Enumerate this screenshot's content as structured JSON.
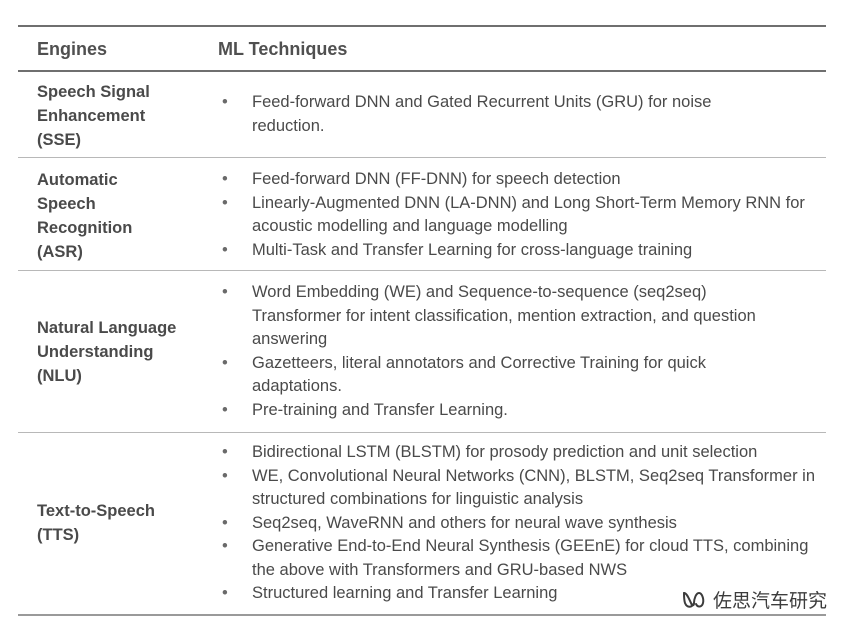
{
  "table": {
    "headers": {
      "engines": "Engines",
      "techniques": "ML Techniques"
    },
    "rows": [
      {
        "engine": [
          "Speech Signal",
          "Enhancement",
          "(SSE)"
        ],
        "techniques": [
          "Feed-forward DNN and Gated Recurrent Units (GRU) for noise reduction."
        ]
      },
      {
        "engine": [
          "Automatic",
          "Speech",
          "Recognition",
          "(ASR)"
        ],
        "techniques": [
          "Feed-forward DNN (FF-DNN) for speech detection",
          "Linearly-Augmented  DNN (LA-DNN)  and Long Short-Term Memory RNN for acoustic modelling and language modelling",
          "Multi-Task and Transfer Learning for cross-language training"
        ]
      },
      {
        "engine": [
          "Natural Language",
          "Understanding",
          "(NLU)"
        ],
        "techniques": [
          "Word Embedding (WE) and Sequence-to-sequence (seq2seq) Transformer for intent classification, mention extraction, and question answering",
          "Gazetteers, literal annotators and Corrective Training for quick adaptations.",
          "Pre-training and Transfer Learning."
        ]
      },
      {
        "engine": [
          "Text-to-Speech",
          "(TTS)"
        ],
        "techniques": [
          "Bidirectional LSTM (BLSTM) for prosody prediction and unit selection",
          "WE, Convolutional Neural Networks (CNN), BLSTM, Seq2seq Transformer in structured combinations for linguistic analysis",
          "Seq2seq, WaveRNN and others for neural wave synthesis",
          "Generative End-to-End Neural Synthesis (GEEnE) for cloud TTS, combining the above with Transformers and GRU-based NWS",
          "Structured learning and Transfer Learning"
        ]
      }
    ]
  },
  "bullet_char": "•",
  "watermark": {
    "text": "佐思汽车研究",
    "icon": "wechat-channel-icon"
  }
}
